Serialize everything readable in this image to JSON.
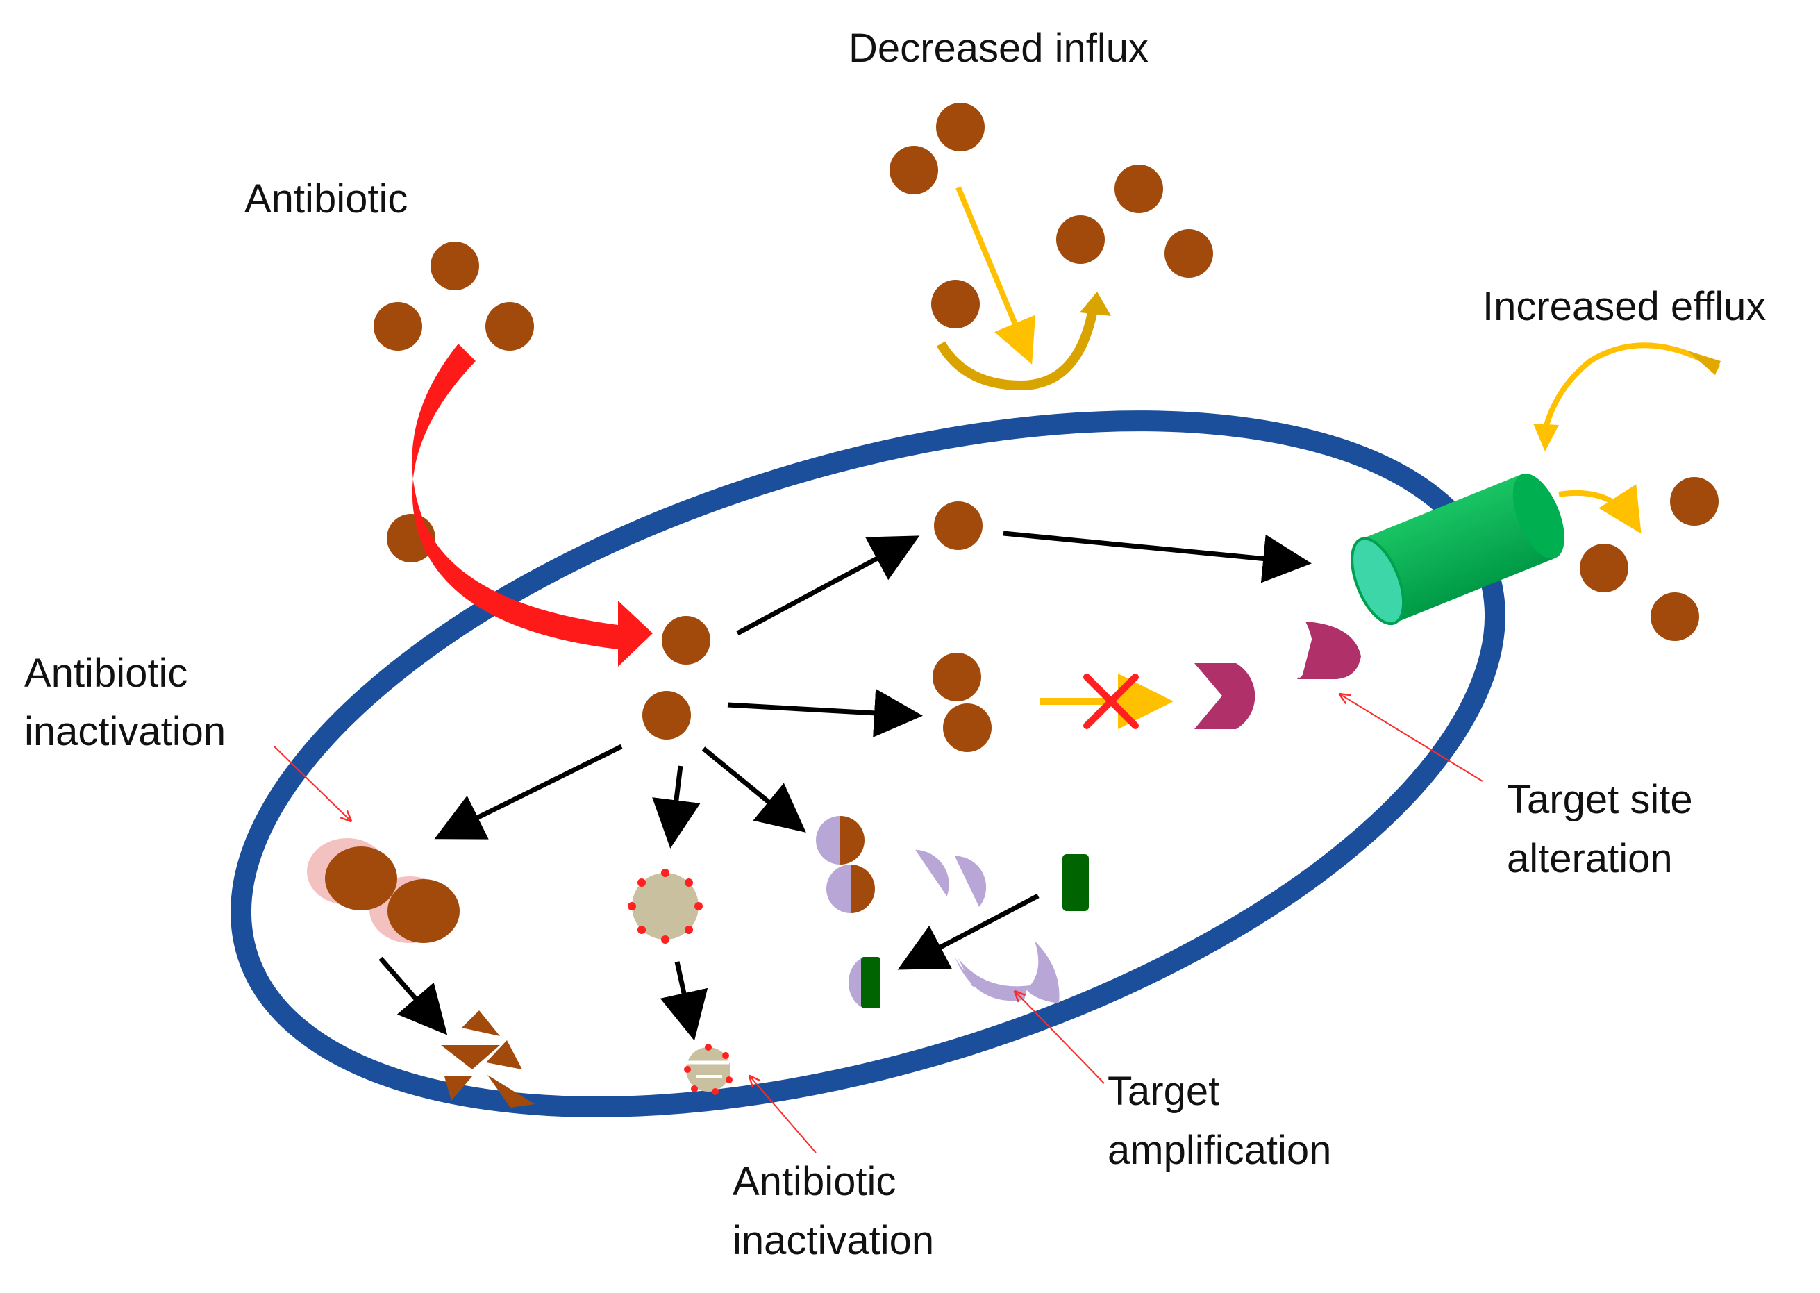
{
  "labels": {
    "decreased_influx": "Decreased influx",
    "antibiotic": "Antibiotic",
    "increased_efflux": "Increased efflux",
    "inactivation_left_line1": "Antibiotic",
    "inactivation_left_line2": "inactivation",
    "target_site_line1": "Target site",
    "target_site_line2": "alteration",
    "target_amp_line1": "Target",
    "target_amp_line2": "amplification",
    "inactivation_bottom_line1": "Antibiotic",
    "inactivation_bottom_line2": "inactivation"
  },
  "colors": {
    "cell_membrane": "#1b4f9c",
    "antibiotic": "#a24a0b",
    "entry_arrow": "#ff1a1a",
    "influx_arrow": "#ffc000",
    "influx_curve": "#d9a400",
    "efflux_pump": "#00b050",
    "efflux_pump_end": "#3cd6a8",
    "target": "#b0306a",
    "target_fragment": "#b7a6d6",
    "amplified_target": "#006400",
    "enzyme_halo": "#f2b6b6",
    "degraded_particle": "#c9c0a0",
    "block_mark": "#ff2020",
    "pointer_line": "#ff2a2a",
    "black_arrow": "#000000"
  },
  "icons": {
    "membrane": "cell-membrane-ellipse",
    "molecule": "antibiotic-molecule-circle",
    "pump": "efflux-pump-cylinder",
    "target": "target-site-shape",
    "block": "block-x-mark"
  }
}
